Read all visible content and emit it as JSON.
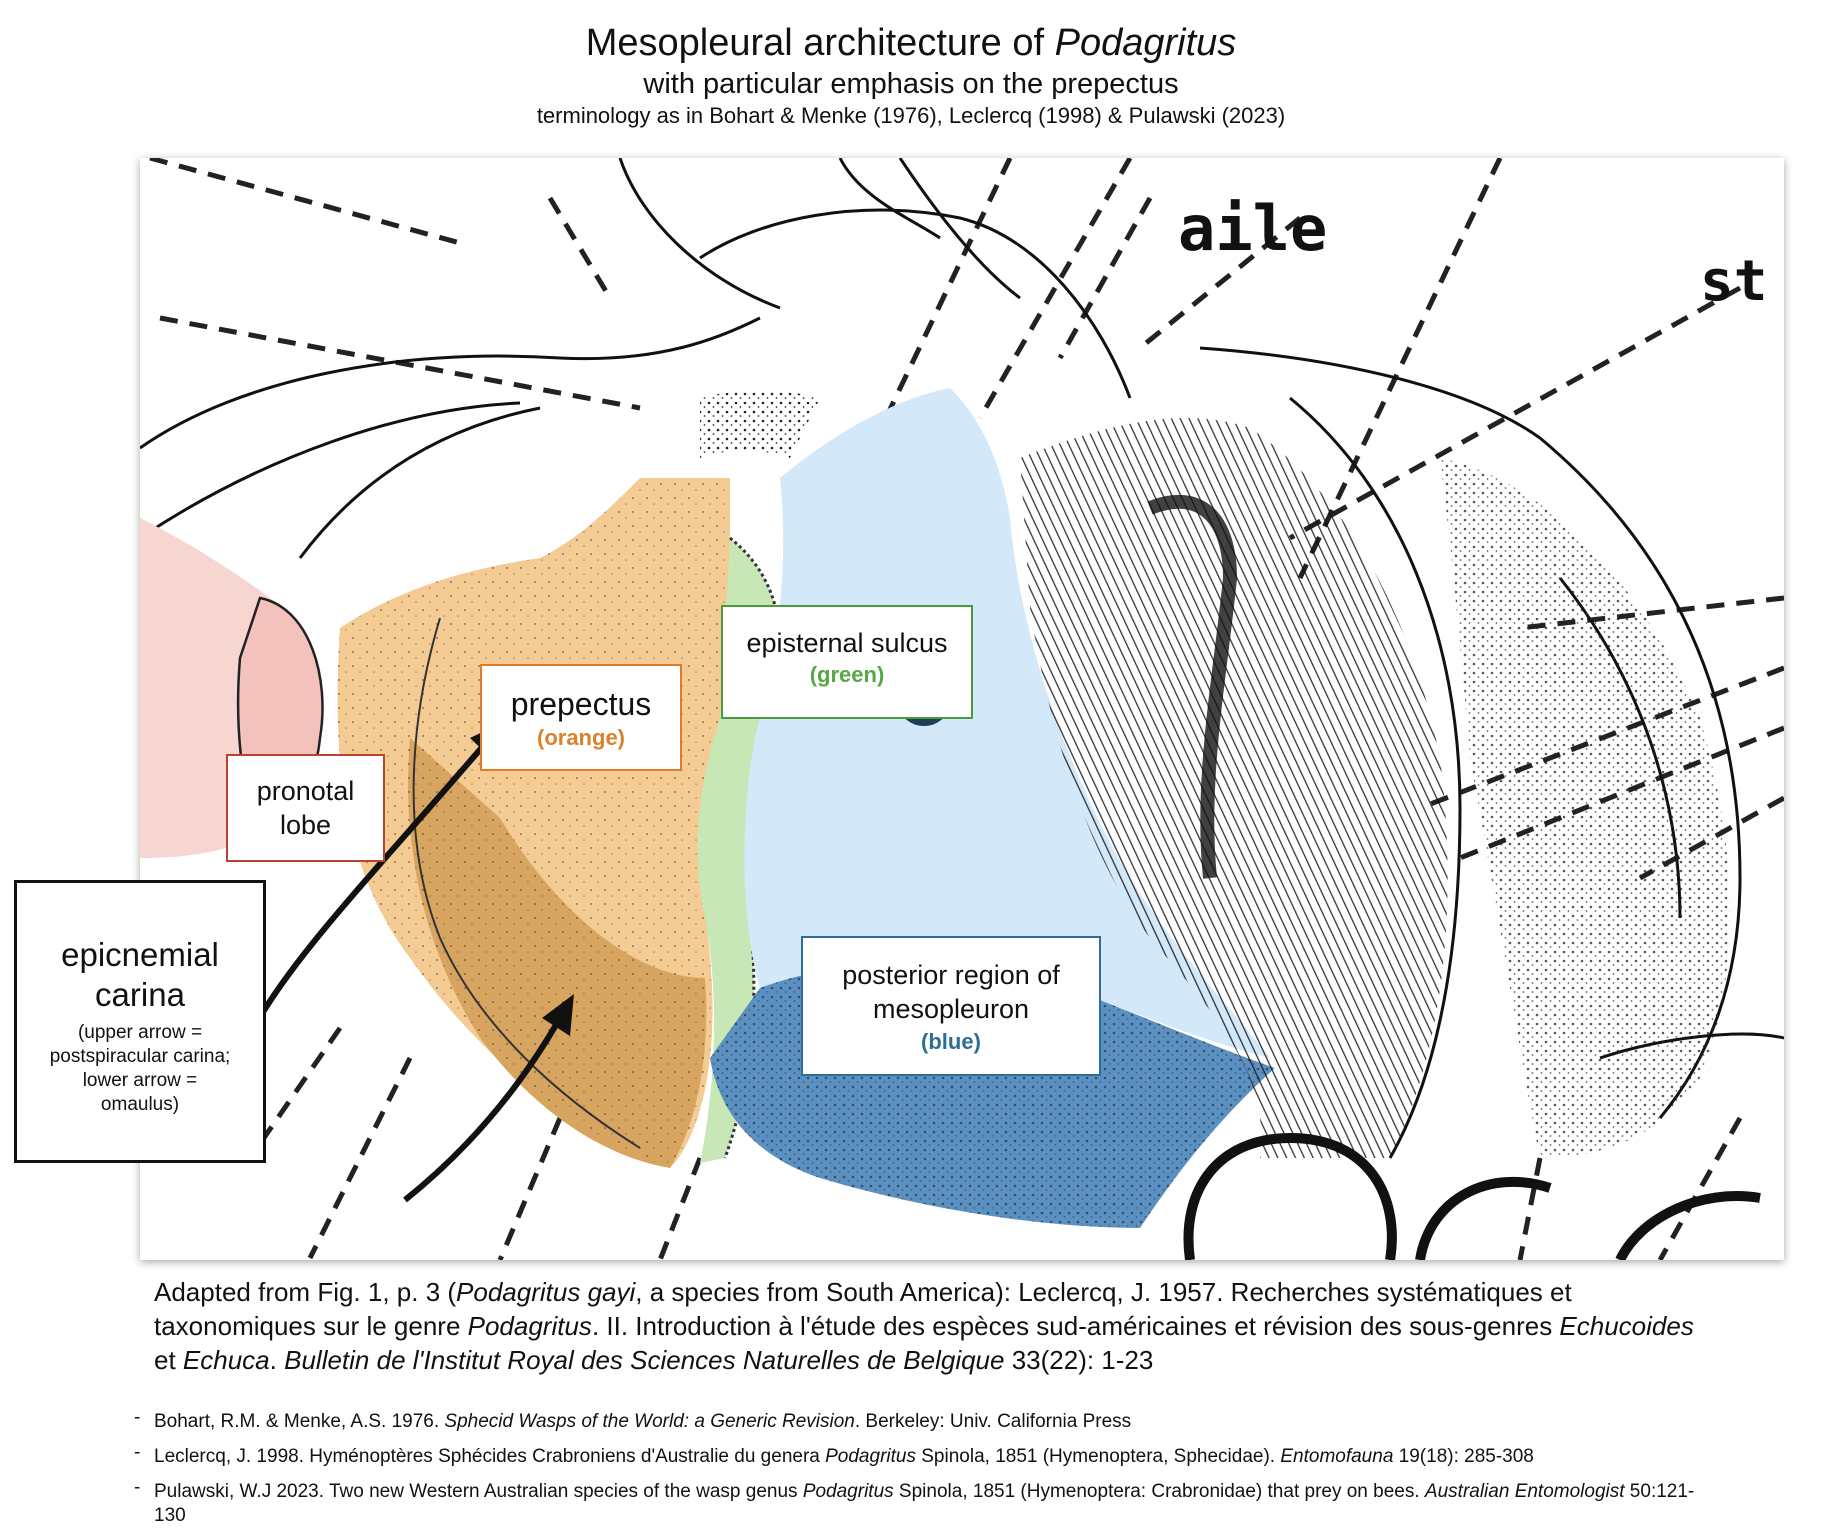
{
  "header": {
    "title_plain": "Mesopleural architecture of ",
    "title_italic": "Podagritus",
    "subtitle": "with particular emphasis on the prepectus",
    "terminology": "terminology as in Bohart & Menke (1976), Leclercq (1998) & Pulawski (2023)"
  },
  "figure": {
    "drawing_text_aile": "aile",
    "drawing_text_st": "st",
    "labels": {
      "pronotal": {
        "line1": "pronotal",
        "line2": "lobe"
      },
      "prepectus": {
        "name": "prepectus",
        "color_note": "(orange)"
      },
      "episternal": {
        "name": "episternal sulcus",
        "color_note": "(green)"
      },
      "posterior": {
        "line1": "posterior region of",
        "line2": "mesopleuron",
        "color_note": "(blue)"
      },
      "epicnemial": {
        "line1": "epicnemial",
        "line2": "carina",
        "note1": "(upper arrow =",
        "note2": "postspiracular carina;",
        "note3": "lower arrow =",
        "note4": "omaulus)"
      }
    },
    "region_colors": {
      "pronotal": "#f5c9c4",
      "prepectus": "#f4c98e",
      "prepectus_lower": "#d9a25c",
      "episternal": "#c7e6b4",
      "posterior_upper": "#cfe5f7",
      "posterior_lower": "#4f86b8"
    }
  },
  "caption": {
    "p1": "Adapted from Fig. 1, p. 3 (",
    "i1": "Podagritus gayi",
    "p2": ", a species from South America): Leclercq, J. 1957. Recherches systématiques et taxonomiques sur le genre ",
    "i2": "Podagritus",
    "p3": ". II. Introduction à l'étude des espèces sud-américaines et révision des sous-genres ",
    "i3": "Echucoides",
    "p4": " et ",
    "i4": "Echuca",
    "p5": ". ",
    "i5": "Bulletin de l'Institut Royal des Sciences Naturelles de Belgique",
    "p6": " 33(22): 1-23"
  },
  "references": [
    {
      "a": "Bohart, R.M. & Menke, A.S. 1976. ",
      "ai": "Sphecid Wasps of the World: a Generic Revision",
      "b": ". Berkeley: Univ. California Press",
      "bi": "",
      "c": ""
    },
    {
      "a": "Leclercq, J. 1998. Hyménoptères Sphécides Crabroniens d'Australie du genera ",
      "ai": "Podagritus",
      "b": " Spinola, 1851 (Hymenoptera, Sphecidae). ",
      "bi": "Entomofauna",
      "c": " 19(18): 285-308"
    },
    {
      "a": "Pulawski, W.J  2023. Two new Western Australian species of the wasp genus ",
      "ai": "Podagritus",
      "b": " Spinola, 1851 (Hymenoptera: Crabronidae) that prey on bees. ",
      "bi": "Australian Entomologist",
      "c": " 50:121-130"
    }
  ]
}
